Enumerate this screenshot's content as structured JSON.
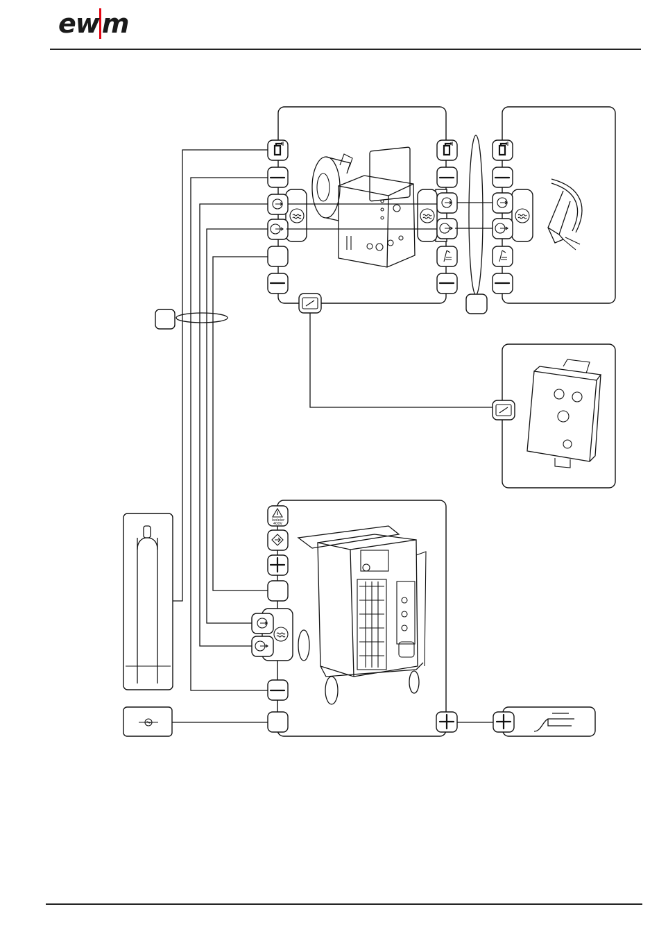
{
  "brand": {
    "logo_text": "ewm",
    "accent_color": "#e30613"
  },
  "warning_label": {
    "line1": "Isoleier",
    "line2": "400V"
  },
  "icons": [
    "shielding-gas-icon",
    "minus-icon",
    "coolant-flow-in-icon",
    "coolant-flow-out-icon",
    "coolant-icon",
    "control-lead-icon",
    "remote-control-icon",
    "plus-icon",
    "mains-supply-icon",
    "workpiece-icon",
    "gas-cylinder-icon",
    "wire-feeder-icon",
    "welding-torch-icon",
    "power-source-icon"
  ]
}
